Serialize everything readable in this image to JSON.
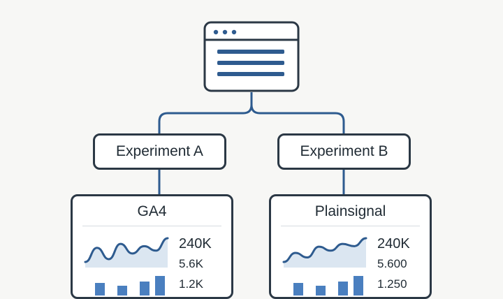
{
  "experiments": [
    {
      "label": "Experiment A"
    },
    {
      "label": "Experiment B"
    }
  ],
  "cards": [
    {
      "title": "GA4",
      "stats": [
        "240K",
        "5.6K",
        "1.2K"
      ],
      "trend": [
        30,
        55,
        35,
        62,
        45,
        58,
        50,
        72
      ]
    },
    {
      "title": "Plainsignal",
      "stats": [
        "240K",
        "5.600",
        "1.250"
      ],
      "trend": [
        28,
        44,
        36,
        55,
        48,
        60,
        56,
        70
      ]
    }
  ],
  "colors": {
    "accent": "#2e5b8f",
    "outline": "#2b3845",
    "area_fill": "#dbe6f1",
    "background": "#f7f7f5"
  },
  "icons": {
    "top_node": "browser-window-icon"
  }
}
